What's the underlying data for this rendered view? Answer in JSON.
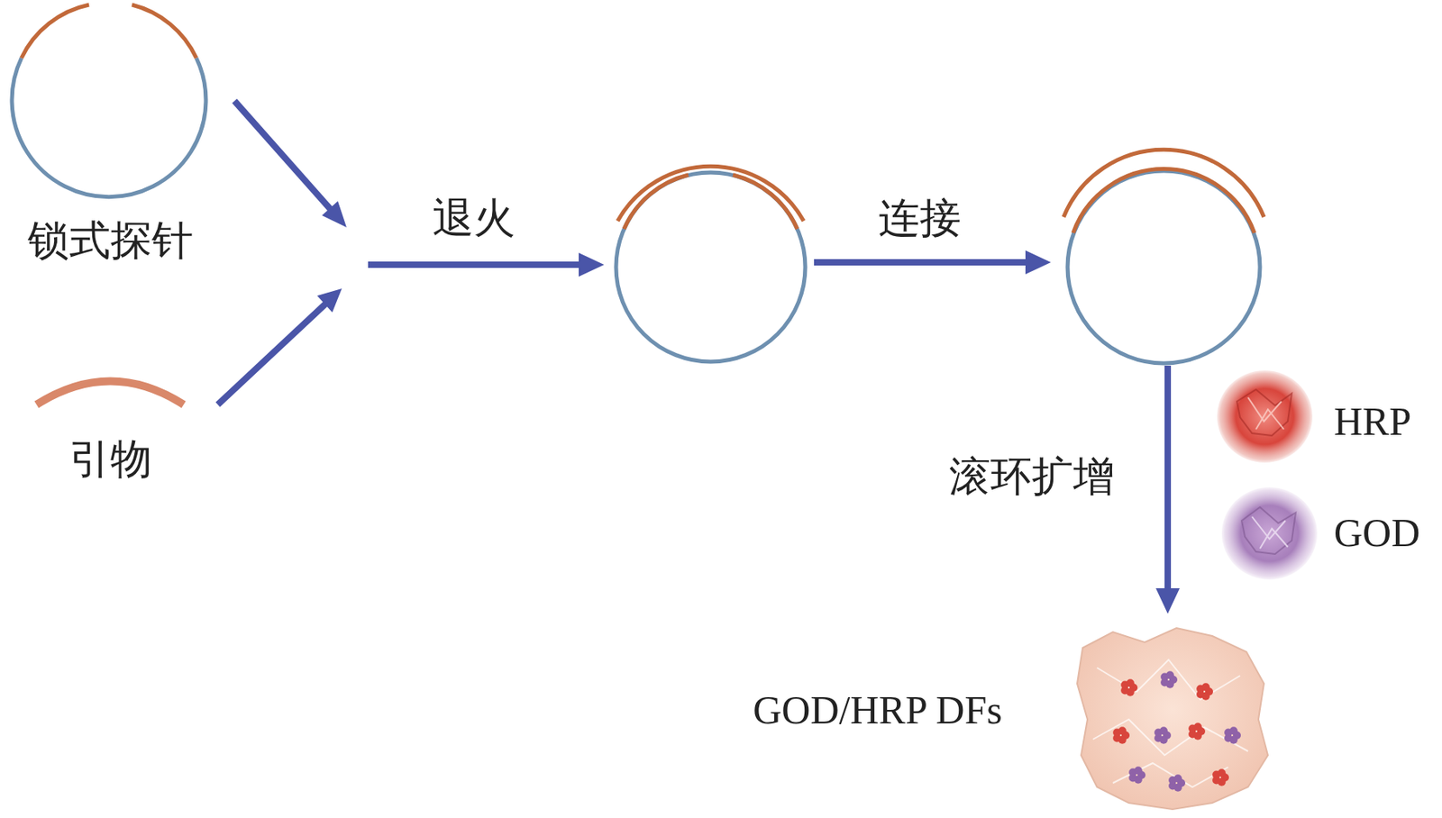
{
  "diagram": {
    "nodes": [
      {
        "text": [
          "锁式探针"
        ]
      },
      {
        "text": [
          "引物"
        ]
      },
      {
        "text": [
          "HRP"
        ]
      },
      {
        "text": [
          "GOD"
        ]
      },
      {
        "text": [
          "GOD/HRP DFs"
        ]
      }
    ],
    "labels": [
      "退火",
      "连接",
      "滚环扩增"
    ]
  }
}
